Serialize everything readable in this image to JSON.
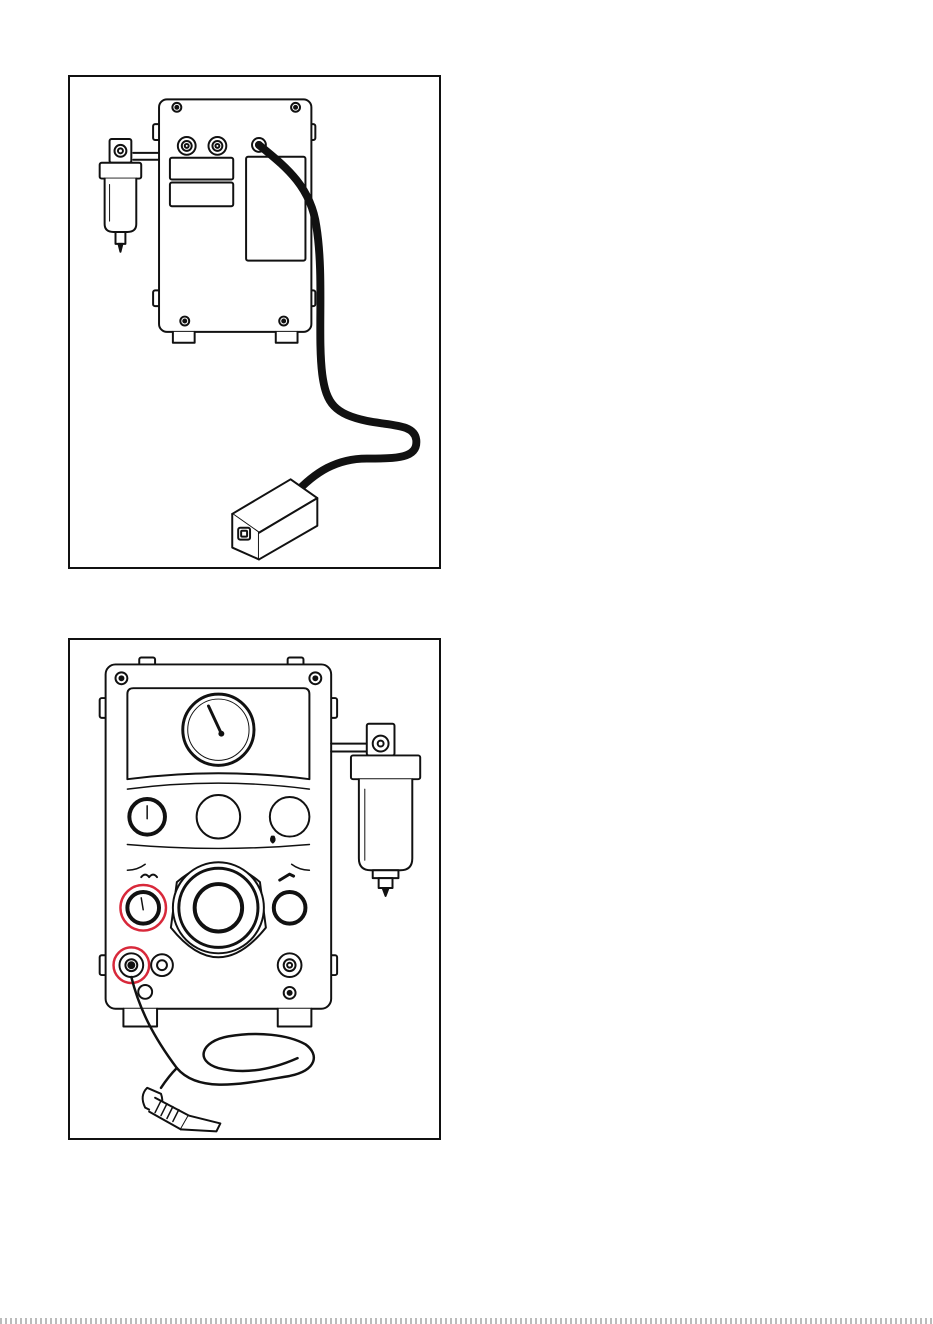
{
  "figures": [
    {
      "id": "top",
      "subject": "unit-rear-view",
      "parts": [
        "air-filter-regulator",
        "cable-gland",
        "cable-gland",
        "cable-entry",
        "signal-cable",
        "connector-box"
      ]
    },
    {
      "id": "bottom",
      "subject": "unit-front-view",
      "parts": [
        "pressure-gauge",
        "air-filter-regulator",
        "valve-knob",
        "control-knob",
        "probe-socket",
        "probe"
      ],
      "highlight_color": "#d8283a"
    }
  ],
  "colors": {
    "outline": "#111111",
    "cable": "#111111",
    "highlight": "#d8283a"
  }
}
